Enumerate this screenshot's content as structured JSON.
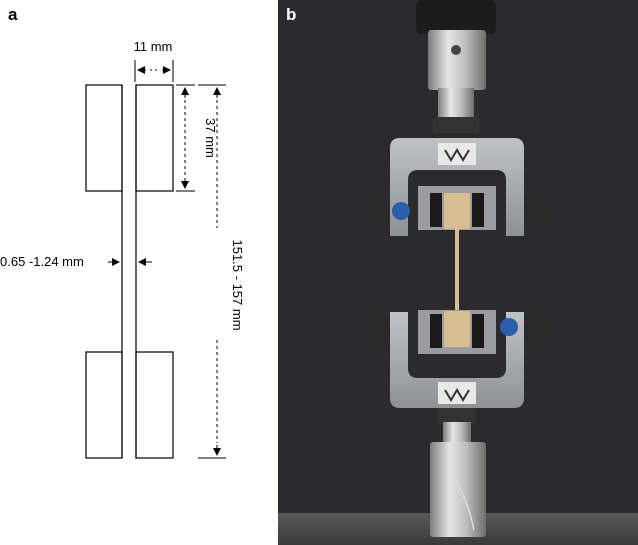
{
  "panel_a": {
    "label": "a",
    "width_label": "11 mm",
    "grip_length_label": "37 mm",
    "thickness_label": "0.65 -1.24 mm",
    "total_length_label": "151.5 - 157 mm"
  },
  "panel_b": {
    "label": "b"
  },
  "colors": {
    "background_photo": "#2b2b2d",
    "floor": "#4a4a4a",
    "grip_body": "#a9acb1",
    "metal": "#c8c8c8",
    "specimen": "#d8bc92"
  }
}
